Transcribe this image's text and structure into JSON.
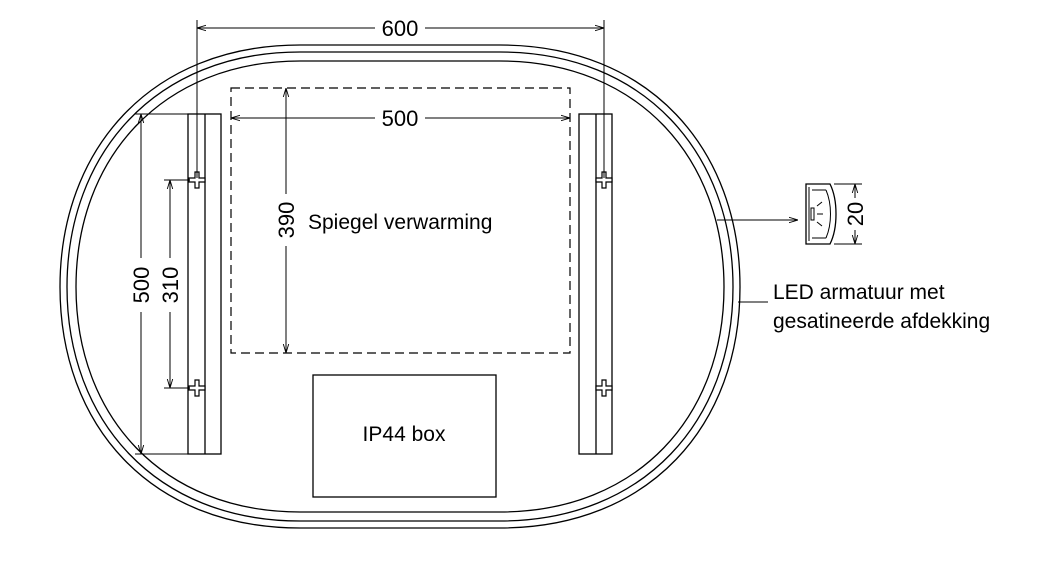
{
  "dimensions": {
    "overall_width": "600",
    "heater_width": "500",
    "heater_height": "390",
    "strip_height": "500",
    "mount_spacing": "310",
    "profile_height": "20"
  },
  "labels": {
    "heater": "Spiegel verwarming",
    "box": "IP44 box",
    "led_line1": "LED armatuur met",
    "led_line2": "gesatineerde afdekking"
  }
}
